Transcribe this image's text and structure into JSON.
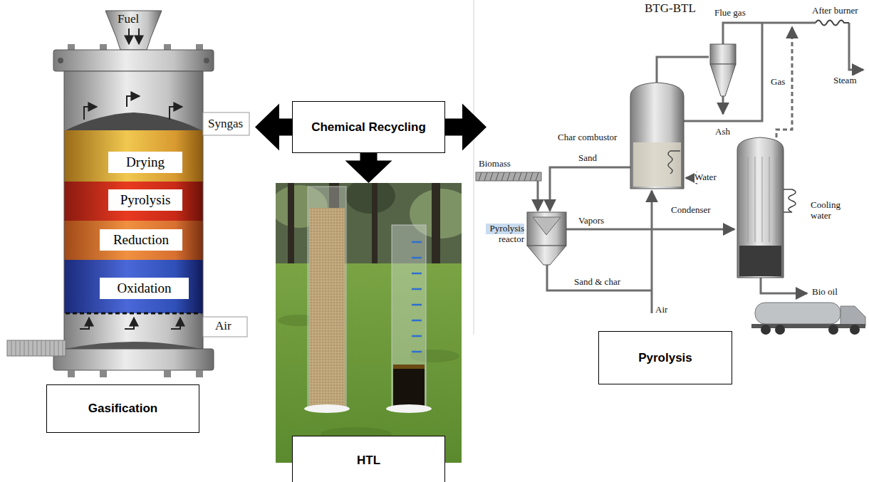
{
  "diagram": {
    "nodes": [
      {
        "text": [
          "Gasification"
        ]
      },
      {
        "text": [
          "Drying"
        ],
        "in": 0
      },
      {
        "text": [
          "Pyrolysis"
        ],
        "in": 0
      },
      {
        "text": [
          "Reduction"
        ],
        "in": 0
      },
      {
        "text": [
          "Oxidation"
        ],
        "in": 0
      },
      {
        "text": [
          "Chemical Recycling"
        ]
      },
      {
        "text": [
          "HTL"
        ]
      },
      {
        "text": [
          "Pyrolysis"
        ]
      }
    ],
    "edges": [
      {
        "from": 5,
        "to": 0,
        "arrow": "to"
      },
      {
        "from": 5,
        "to": 6,
        "arrow": "to"
      },
      {
        "from": 5,
        "to": 7,
        "arrow": "to"
      }
    ],
    "labels": [
      "Fuel",
      "Syngas",
      "Air",
      "BTG-BTL",
      "Flue gas",
      "After burner",
      "Steam",
      "Ash",
      "Gas",
      "Char combustor",
      "Biomass",
      "Sand",
      "Water",
      "Condenser",
      "Cooling water",
      "Pyrolysis reactor",
      "Vapors",
      "Bio oil",
      "Sand & char",
      "Air"
    ]
  }
}
